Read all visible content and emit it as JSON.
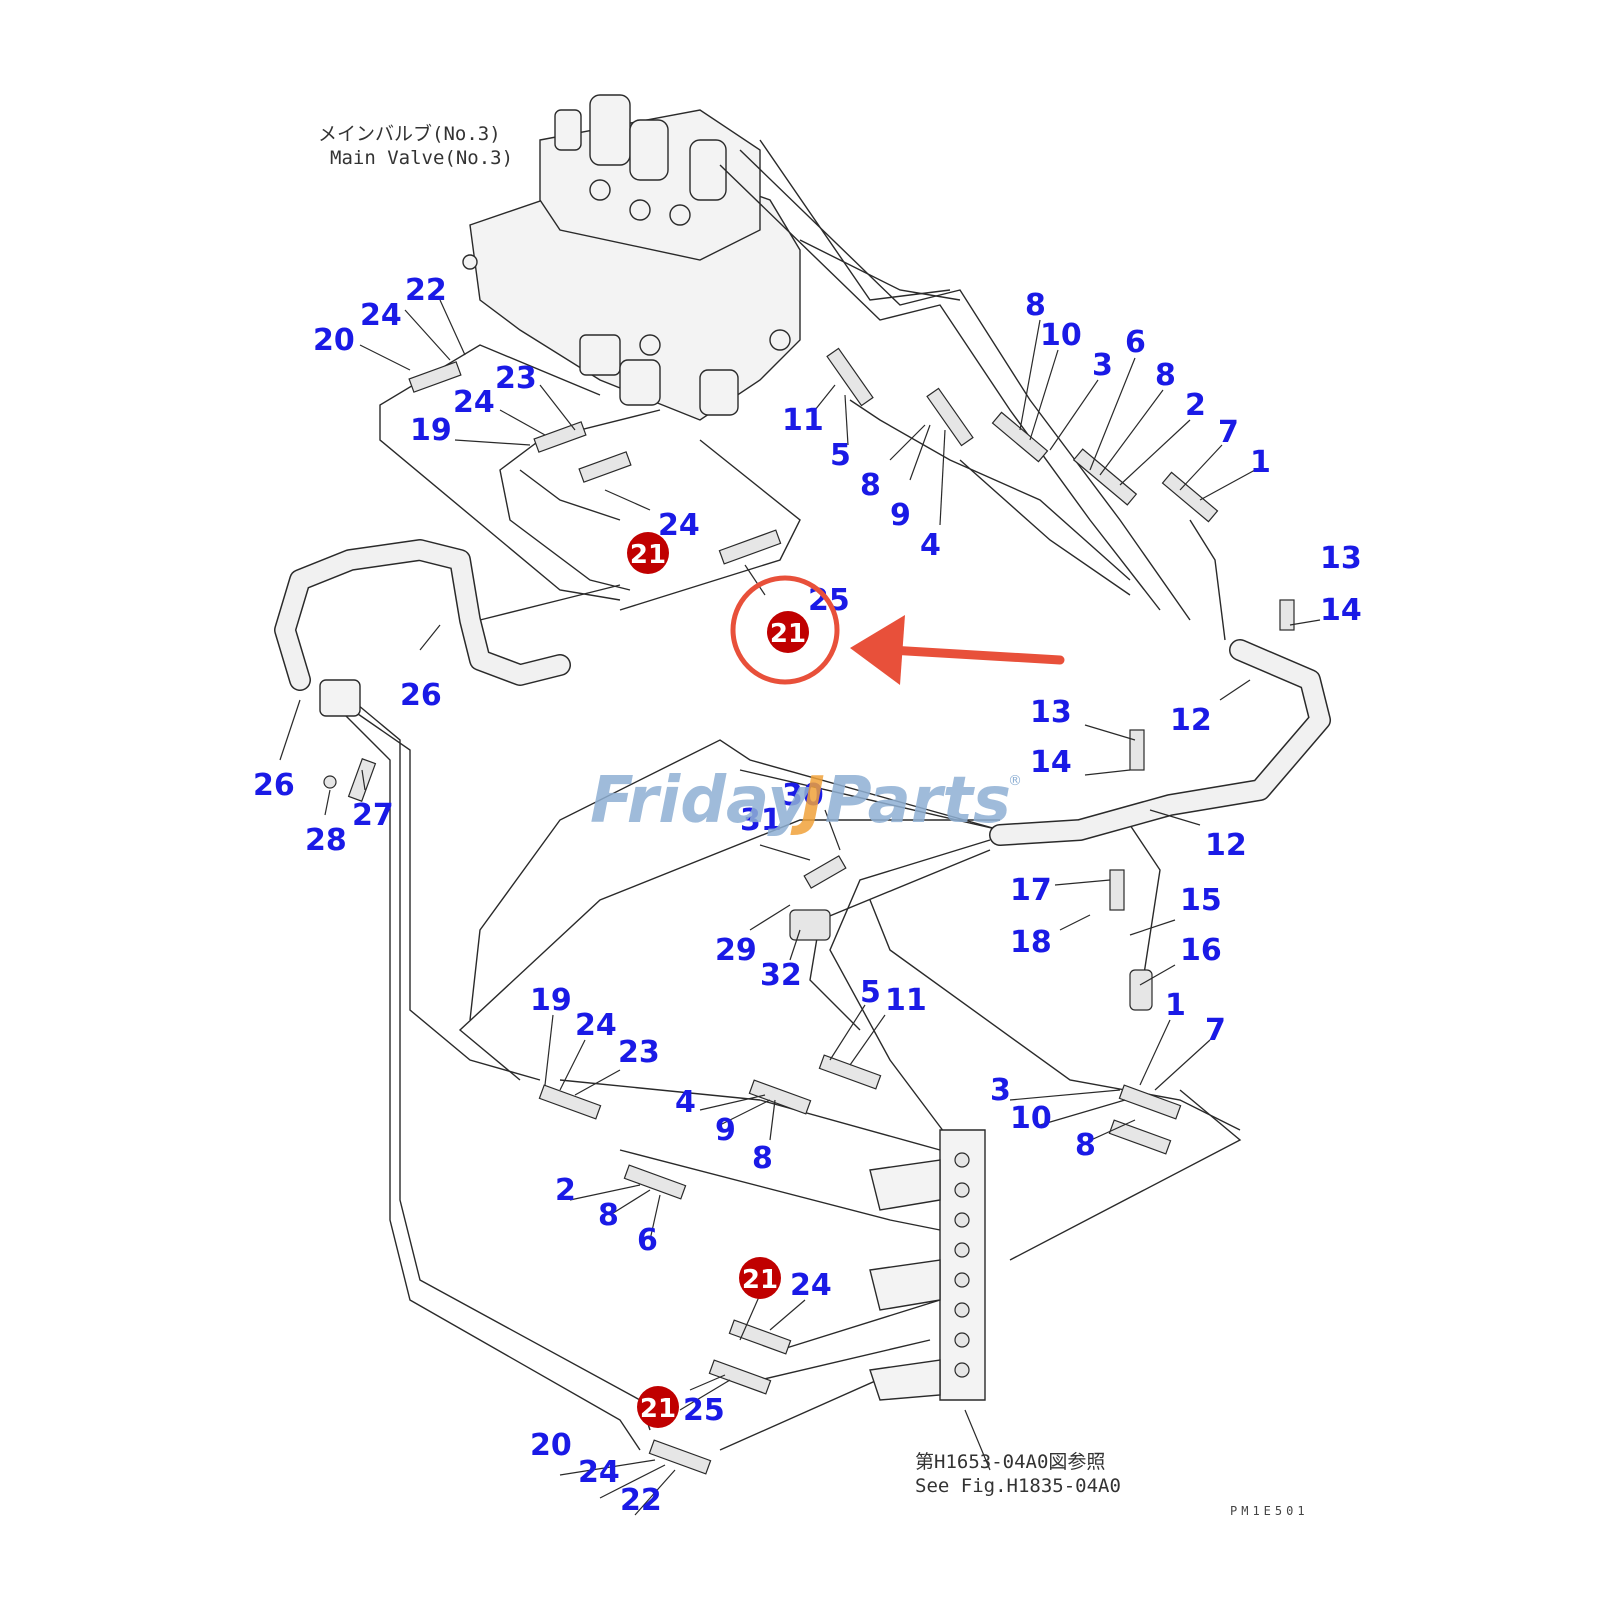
{
  "captions": {
    "main_valve_jp": "メインバルブ(No.3)",
    "main_valve_en": "Main Valve(No.3)",
    "see_fig_jp": "第H1653-04A0図参照",
    "see_fig_en": "See Fig.H1835-04A0",
    "drawing_code": "PM1E501"
  },
  "watermark": {
    "part1": "Friday",
    "part2": "Parts",
    "reg": "®"
  },
  "highlight": {
    "color": "#e8503a",
    "highlighted_part": "21"
  },
  "marker_color": "#c00000",
  "label_color": "#1a1ae6",
  "markers": [
    {
      "id": "21-top-left",
      "text": "21"
    },
    {
      "id": "21-top-highlighted",
      "text": "21"
    },
    {
      "id": "21-bottom-1",
      "text": "21"
    },
    {
      "id": "21-bottom-2",
      "text": "21"
    }
  ],
  "labels": [
    "22",
    "24",
    "20",
    "23",
    "24",
    "19",
    "24",
    "11",
    "5",
    "8",
    "9",
    "4",
    "8",
    "10",
    "3",
    "6",
    "8",
    "2",
    "7",
    "1",
    "13",
    "14",
    "12",
    "13",
    "14",
    "12",
    "25",
    "26",
    "26",
    "28",
    "27",
    "30",
    "31",
    "29",
    "32",
    "17",
    "18",
    "15",
    "16",
    "5",
    "11",
    "19",
    "24",
    "23",
    "4",
    "9",
    "8",
    "1",
    "7",
    "3",
    "10",
    "8",
    "2",
    "8",
    "6",
    "24",
    "25",
    "20",
    "24",
    "22"
  ]
}
